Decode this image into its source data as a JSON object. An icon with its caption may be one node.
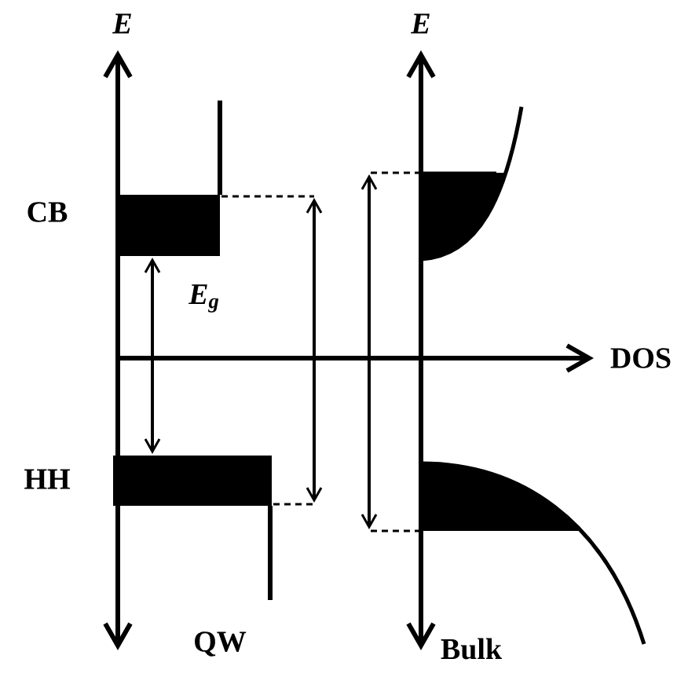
{
  "diagram": {
    "labels": [
      "E",
      "CB",
      "E$_{g}$",
      "HH",
      "QW",
      "E",
      "DOS",
      "Bulk"
    ]
  }
}
